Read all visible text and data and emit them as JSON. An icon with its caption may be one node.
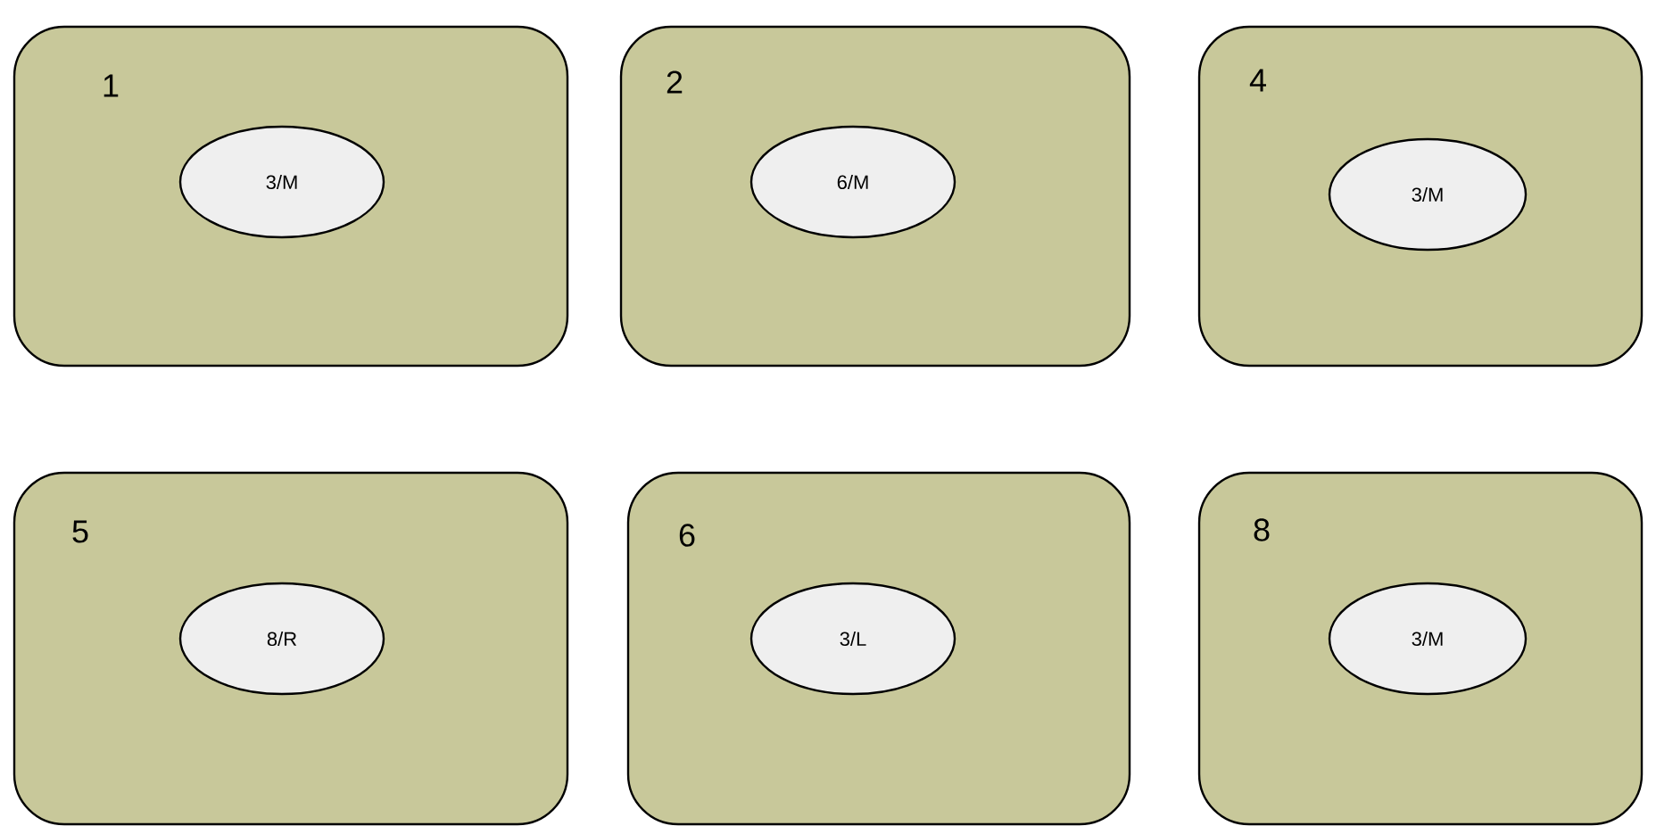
{
  "diagram": {
    "nodes": [
      {
        "text": [
          "1"
        ]
      },
      {
        "text": [
          "3/M"
        ],
        "in": 0
      },
      {
        "text": [
          "2"
        ]
      },
      {
        "text": [
          "6/M"
        ],
        "in": 2
      },
      {
        "text": [
          "4"
        ]
      },
      {
        "text": [
          "3/M"
        ],
        "in": 4
      },
      {
        "text": [
          "5"
        ]
      },
      {
        "text": [
          "8/R"
        ],
        "in": 6
      },
      {
        "text": [
          "6"
        ]
      },
      {
        "text": [
          "3/L"
        ],
        "in": 8
      },
      {
        "text": [
          "8"
        ]
      },
      {
        "text": [
          "3/M"
        ],
        "in": 10
      }
    ]
  }
}
